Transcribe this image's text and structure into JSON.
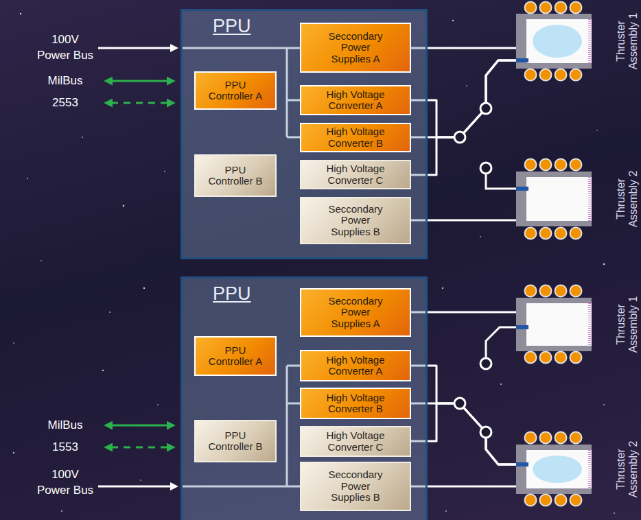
{
  "diagram": {
    "nodes": [
      {
        "text": [
          "PPU"
        ]
      },
      {
        "text": [
          "Seccondary Power Supplies A"
        ],
        "in": 0
      },
      {
        "text": [
          "PPU Controller A"
        ],
        "in": 0
      },
      {
        "text": [
          "High Voltage Converter A"
        ],
        "in": 0
      },
      {
        "text": [
          "High Voltage Converter B"
        ],
        "in": 0
      },
      {
        "text": [
          "PPU Controller B"
        ],
        "in": 0
      },
      {
        "text": [
          "High Voltage Converter C"
        ],
        "in": 0
      },
      {
        "text": [
          "Seccondary Power Supplies B"
        ],
        "in": 0
      },
      {
        "text": [
          "Thruster Assembly 1"
        ]
      },
      {
        "text": [
          "Thruster Assembly 2"
        ]
      },
      {
        "text": [
          "PPU"
        ]
      },
      {
        "text": [
          "Seccondary Power Supplies A"
        ],
        "in": 10
      },
      {
        "text": [
          "PPU Controller A"
        ],
        "in": 10
      },
      {
        "text": [
          "High Voltage Converter A"
        ],
        "in": 10
      },
      {
        "text": [
          "High Voltage Converter B"
        ],
        "in": 10
      },
      {
        "text": [
          "High Voltage Converter C"
        ],
        "in": 10
      },
      {
        "text": [
          "PPU Controller B"
        ],
        "in": 10
      },
      {
        "text": [
          "Seccondary Power Supplies B"
        ],
        "in": 10
      },
      {
        "text": [
          "Thruster Assembly 1"
        ]
      },
      {
        "text": [
          "Thruster Assembly 2"
        ]
      }
    ],
    "edges": [
      {
        "from": 1,
        "to": 8,
        "arrow": "none"
      },
      {
        "from": 3,
        "to": 8,
        "arrow": "none"
      },
      {
        "from": 4,
        "to": 8,
        "arrow": "none"
      },
      {
        "from": 6,
        "to": 8,
        "arrow": "none"
      },
      {
        "from": 7,
        "to": 9,
        "arrow": "none"
      },
      {
        "from": 11,
        "to": 18,
        "arrow": "none"
      },
      {
        "from": 13,
        "to": 19,
        "arrow": "none"
      },
      {
        "from": 14,
        "to": 19,
        "arrow": "none"
      },
      {
        "from": 15,
        "to": 19,
        "arrow": "none"
      },
      {
        "from": 17,
        "to": 19,
        "arrow": "none"
      }
    ],
    "labels": [
      "100V Power Bus",
      "MilBus 2553",
      "MilBus 1553",
      "100V Power Bus"
    ]
  }
}
